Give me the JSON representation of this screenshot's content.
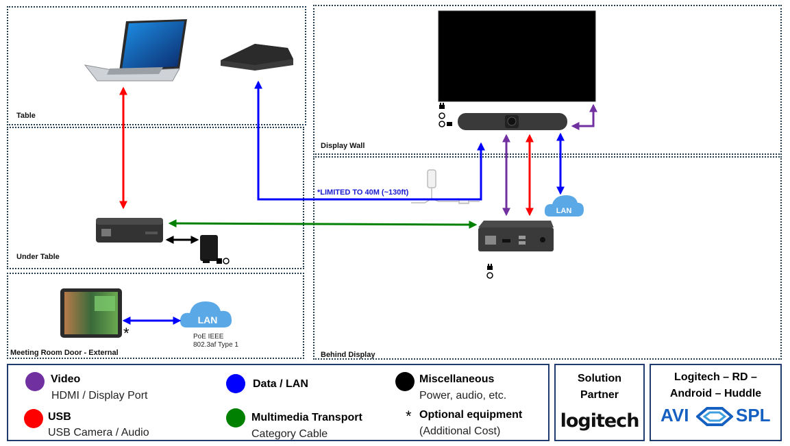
{
  "zones": {
    "table": "Table",
    "under_table": "Under Table",
    "meeting_room_door": "Meeting Room Door - External",
    "display_wall": "Display Wall",
    "behind_display": "Behind Display"
  },
  "cable_note": "*LIMITED TO 40M (~130ft)",
  "lan_labels": {
    "door": "LAN",
    "display": "LAN"
  },
  "poe_note": {
    "line1": "PoE IEEE",
    "line2": "802.3af Type 1"
  },
  "optional_marker": "*",
  "legend": {
    "video": {
      "title": "Video",
      "subtitle": "HDMI / Display Port",
      "color": "#7030a0"
    },
    "usb": {
      "title": "USB",
      "subtitle": "USB Camera / Audio",
      "color": "#ff0000"
    },
    "data_lan": {
      "title": "Data / LAN",
      "color": "#0000ff"
    },
    "multimedia": {
      "title": "Multimedia Transport",
      "subtitle": "Category Cable",
      "color": "#008000"
    },
    "misc": {
      "title": "Miscellaneous",
      "subtitle": "Power, audio, etc.",
      "color": "#000000"
    },
    "optional": {
      "symbol": "*",
      "title": "Optional equipment",
      "subtitle": "(Additional Cost)"
    }
  },
  "solution_partner": {
    "line1": "Solution",
    "line2": "Partner",
    "logo": "logitech"
  },
  "kit_box": {
    "line1": "Logitech – RD –",
    "line2": "Android – Huddle",
    "logo_left": "AVI",
    "logo_right": "SPL"
  },
  "colors": {
    "border": "#1f3b6e",
    "dotted": "#1f3b4d",
    "lan_cloud": "#5aa9e6"
  }
}
